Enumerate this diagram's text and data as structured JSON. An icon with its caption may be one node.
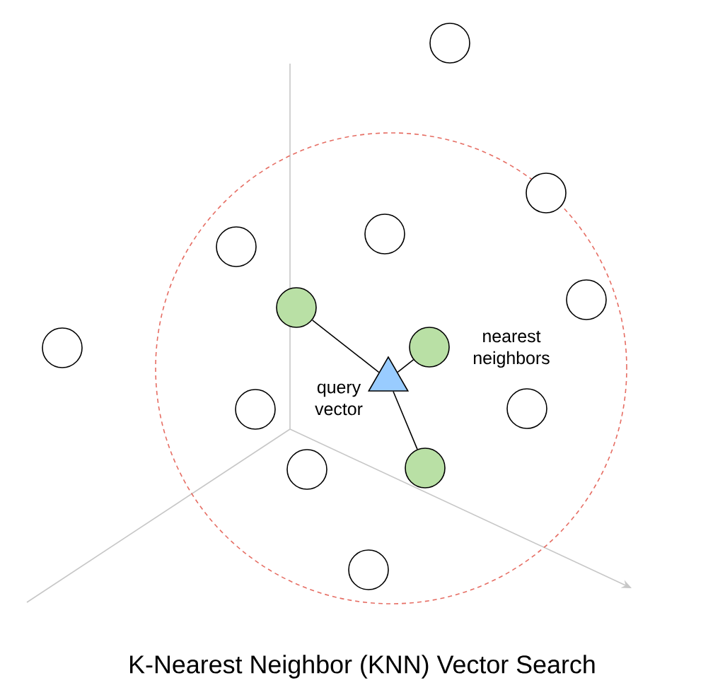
{
  "diagram": {
    "caption": "K-Nearest Neighbor (KNN) Vector Search",
    "nodes": [
      {
        "text": [],
        "shape": "circle"
      },
      {
        "text": [],
        "shape": "circle"
      },
      {
        "text": [],
        "shape": "circle"
      },
      {
        "text": [],
        "shape": "circle"
      },
      {
        "text": [],
        "shape": "circle"
      },
      {
        "text": [],
        "shape": "circle"
      },
      {
        "text": [],
        "shape": "circle"
      },
      {
        "text": [],
        "shape": "circle"
      },
      {
        "text": [],
        "shape": "triangle",
        "beside": [
          "query vector"
        ]
      },
      {
        "text": [],
        "shape": "circle"
      },
      {
        "text": [],
        "shape": "circle"
      },
      {
        "text": [],
        "shape": "circle"
      },
      {
        "text": [],
        "shape": "circle"
      },
      {
        "text": [],
        "shape": "circle"
      }
    ],
    "edges": [
      {
        "from": 8,
        "to": 5,
        "arrow": "none"
      },
      {
        "from": 8,
        "to": 6,
        "arrow": "none"
      },
      {
        "from": 8,
        "to": 11,
        "arrow": "none"
      }
    ],
    "labels": [
      "nearest neighbors"
    ]
  }
}
